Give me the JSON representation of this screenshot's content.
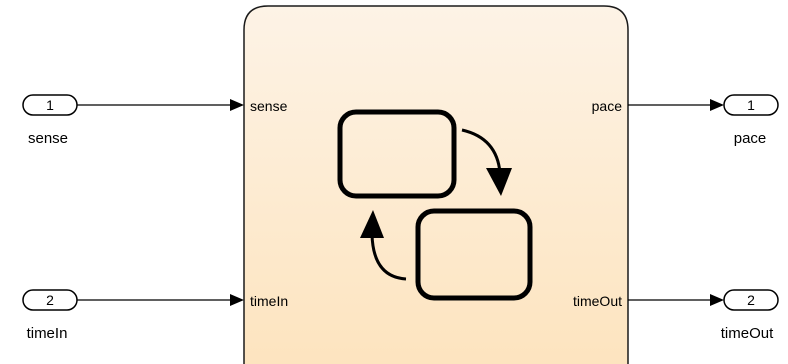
{
  "inports": [
    {
      "number": "1",
      "name": "sense"
    },
    {
      "number": "2",
      "name": "timeIn"
    }
  ],
  "outports": [
    {
      "number": "1",
      "name": "pace"
    },
    {
      "number": "2",
      "name": "timeOut"
    }
  ],
  "chart_block": {
    "input_labels": [
      "sense",
      "timeIn"
    ],
    "output_labels": [
      "pace",
      "timeOut"
    ],
    "icon": "stateflow-chart-icon",
    "fill_top": "#fdf3e6",
    "fill_bottom": "#fde4bf"
  }
}
